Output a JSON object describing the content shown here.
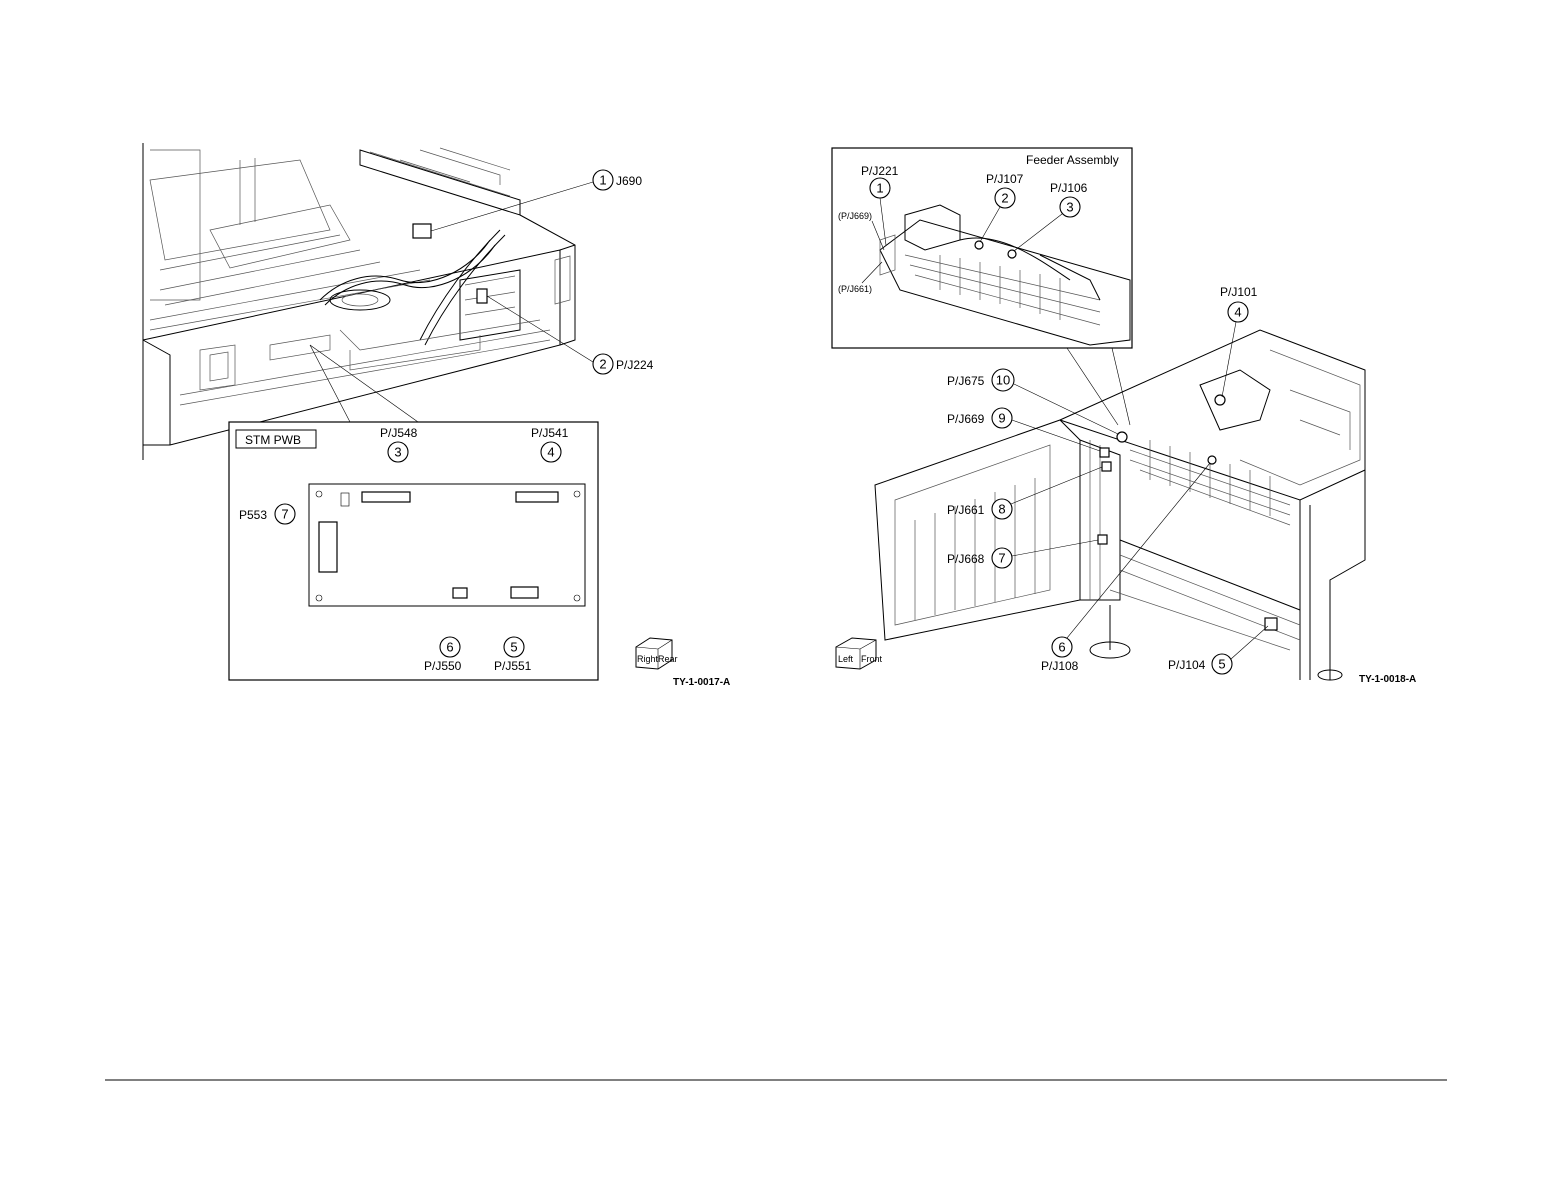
{
  "left_figure": {
    "figure_id": "TY-1-0017-A",
    "callouts": [
      {
        "num": "1",
        "label": "J690"
      },
      {
        "num": "2",
        "label": "P/J224"
      }
    ],
    "inset": {
      "title": "STM PWB",
      "connectors": [
        {
          "num": "3",
          "label": "P/J548"
        },
        {
          "num": "4",
          "label": "P/J541"
        },
        {
          "num": "5",
          "label": "P/J551"
        },
        {
          "num": "6",
          "label": "P/J550"
        },
        {
          "num": "7",
          "label": "P553"
        }
      ]
    },
    "orientation_cube": {
      "face_a": "Right",
      "face_b": "Rear"
    }
  },
  "right_figure": {
    "figure_id": "TY-1-0018-A",
    "inset": {
      "title": "Feeder Assembly",
      "callouts": [
        {
          "num": "1",
          "label": "P/J221"
        },
        {
          "num": "2",
          "label": "P/J107"
        },
        {
          "num": "3",
          "label": "P/J106"
        }
      ],
      "sub_labels": [
        "(P/J669)",
        "(P/J661)"
      ]
    },
    "callouts": [
      {
        "num": "4",
        "label": "P/J101"
      },
      {
        "num": "5",
        "label": "P/J104"
      },
      {
        "num": "6",
        "label": "P/J108"
      },
      {
        "num": "7",
        "label": "P/J668"
      },
      {
        "num": "8",
        "label": "P/J661"
      },
      {
        "num": "9",
        "label": "P/J669"
      },
      {
        "num": "10",
        "label": "P/J675"
      }
    ],
    "orientation_cube": {
      "face_a": "Left",
      "face_b": "Front"
    }
  }
}
